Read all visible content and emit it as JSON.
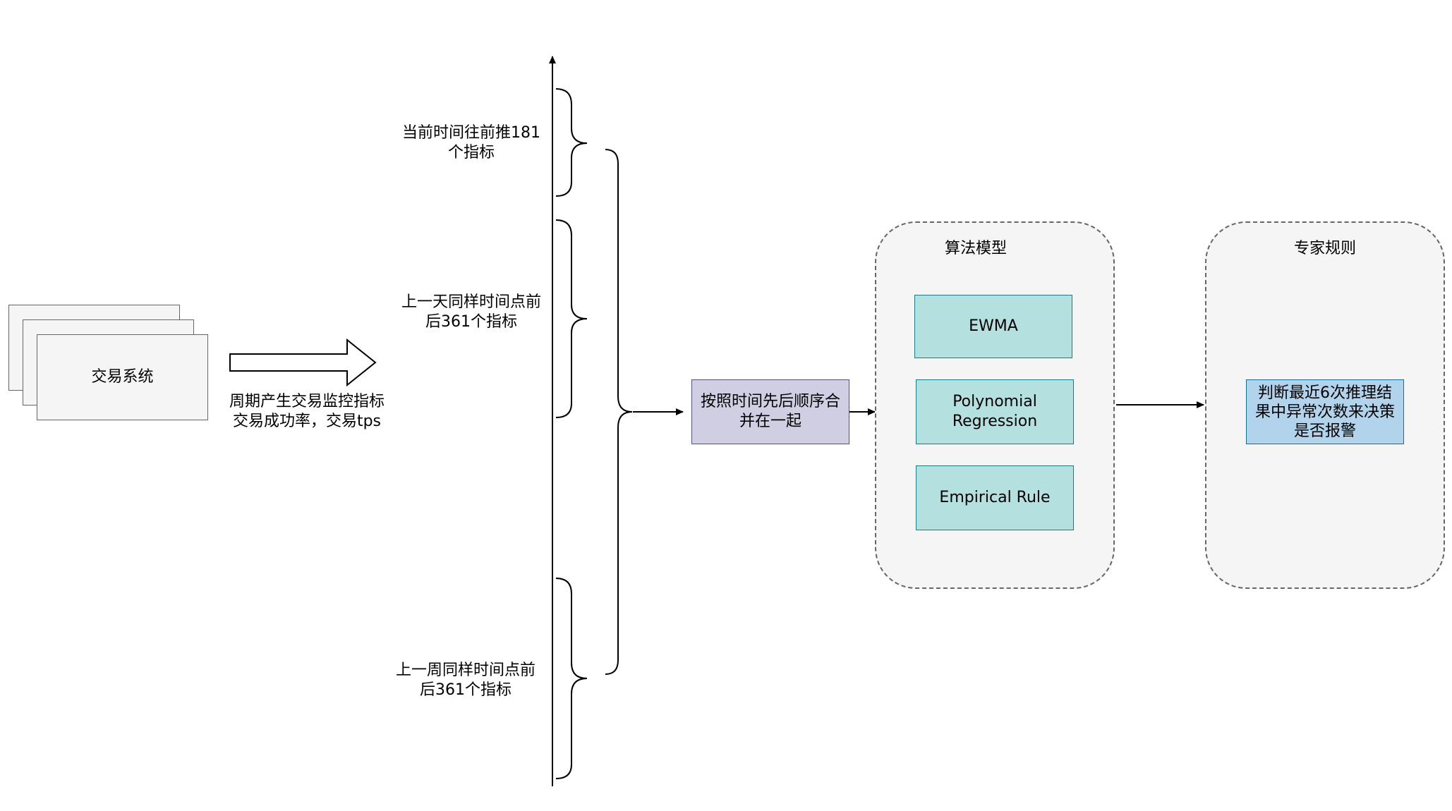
{
  "source": {
    "label": "交易系统"
  },
  "stream_caption": {
    "line1": "周期产生交易监控指标",
    "line2": "交易成功率，交易tps"
  },
  "windows": [
    {
      "line1": "当前时间往前推181",
      "line2": "个指标"
    },
    {
      "line1": "上一天同样时间点前",
      "line2": "后361个指标"
    },
    {
      "line1": "上一周同样时间点前",
      "line2": "后361个指标"
    }
  ],
  "merge": {
    "line1": "按照时间先后顺序合",
    "line2": "并在一起"
  },
  "algorithm_group": {
    "title": "算法模型",
    "models": [
      {
        "line1": "EWMA",
        "line2": ""
      },
      {
        "line1": "Polynomial",
        "line2": "Regression"
      },
      {
        "line1": "Empirical Rule",
        "line2": ""
      }
    ]
  },
  "expert_group": {
    "title": "专家规则",
    "rule": {
      "line1": "判断最近6次推理结",
      "line2": "果中异常次数来决策",
      "line3": "是否报警"
    }
  },
  "colors": {
    "model_fill": "#b5e0e0",
    "model_stroke": "#0e8088",
    "merge_fill": "#d0cee2",
    "merge_stroke": "#56517e",
    "rule_fill": "#b1d4ec",
    "rule_stroke": "#10739e",
    "group_fill": "#f5f5f5"
  }
}
